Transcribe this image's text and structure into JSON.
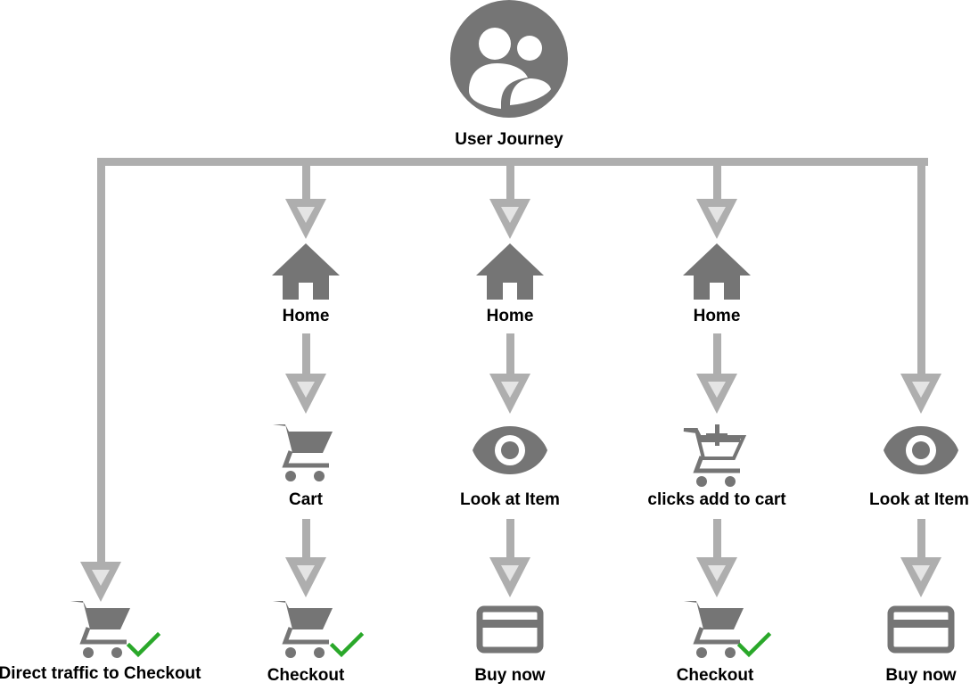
{
  "root": {
    "label": "User Journey",
    "icon": "user-group-icon"
  },
  "colors": {
    "connector": "#aeaeae",
    "arrow_inner": "#e4e4e4",
    "icon": "#757575",
    "check": "#2aa82a",
    "text": "#000000"
  },
  "journeys": [
    {
      "steps": [
        {
          "label": "Direct traffic to Checkout",
          "icon": "checkout-cart-icon"
        }
      ]
    },
    {
      "steps": [
        {
          "label": "Home",
          "icon": "home-icon"
        },
        {
          "label": "Cart",
          "icon": "cart-icon"
        },
        {
          "label": "Checkout",
          "icon": "checkout-cart-icon"
        }
      ]
    },
    {
      "steps": [
        {
          "label": "Home",
          "icon": "home-icon"
        },
        {
          "label": "Look at Item",
          "icon": "eye-icon"
        },
        {
          "label": "Buy now",
          "icon": "credit-card-icon"
        }
      ]
    },
    {
      "steps": [
        {
          "label": "Home",
          "icon": "home-icon"
        },
        {
          "label": "clicks add to cart",
          "icon": "add-to-cart-icon"
        },
        {
          "label": "Checkout",
          "icon": "checkout-cart-icon"
        }
      ]
    },
    {
      "steps": [
        {
          "label": "Look at Item",
          "icon": "eye-icon"
        },
        {
          "label": "Buy now",
          "icon": "credit-card-icon"
        }
      ]
    }
  ]
}
